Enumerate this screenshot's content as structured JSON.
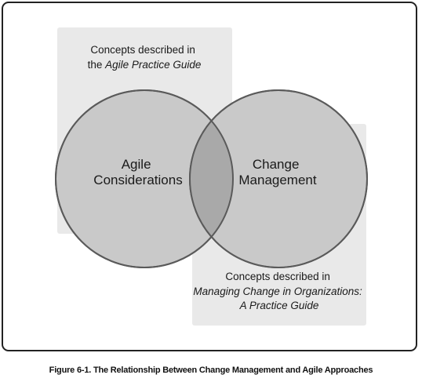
{
  "top_box": {
    "line1": "Concepts described in",
    "line2_prefix": "the ",
    "line2_title": "Agile Practice Guide"
  },
  "left_circle": {
    "line1": "Agile",
    "line2": "Considerations"
  },
  "right_circle": {
    "line1": "Change",
    "line2": "Management"
  },
  "bottom_box": {
    "line1": "Concepts described in",
    "line2": "Managing Change in Organizations:",
    "line3": "A Practice Guide"
  },
  "caption": "Figure 6-1. The Relationship Between Change Management and Agile Approaches",
  "colors": {
    "box_fill": "#e9e9e9",
    "circle_fill": "#c9c9c9",
    "overlap_fill": "#a9a9a9",
    "outline": "#5a5a5a"
  }
}
